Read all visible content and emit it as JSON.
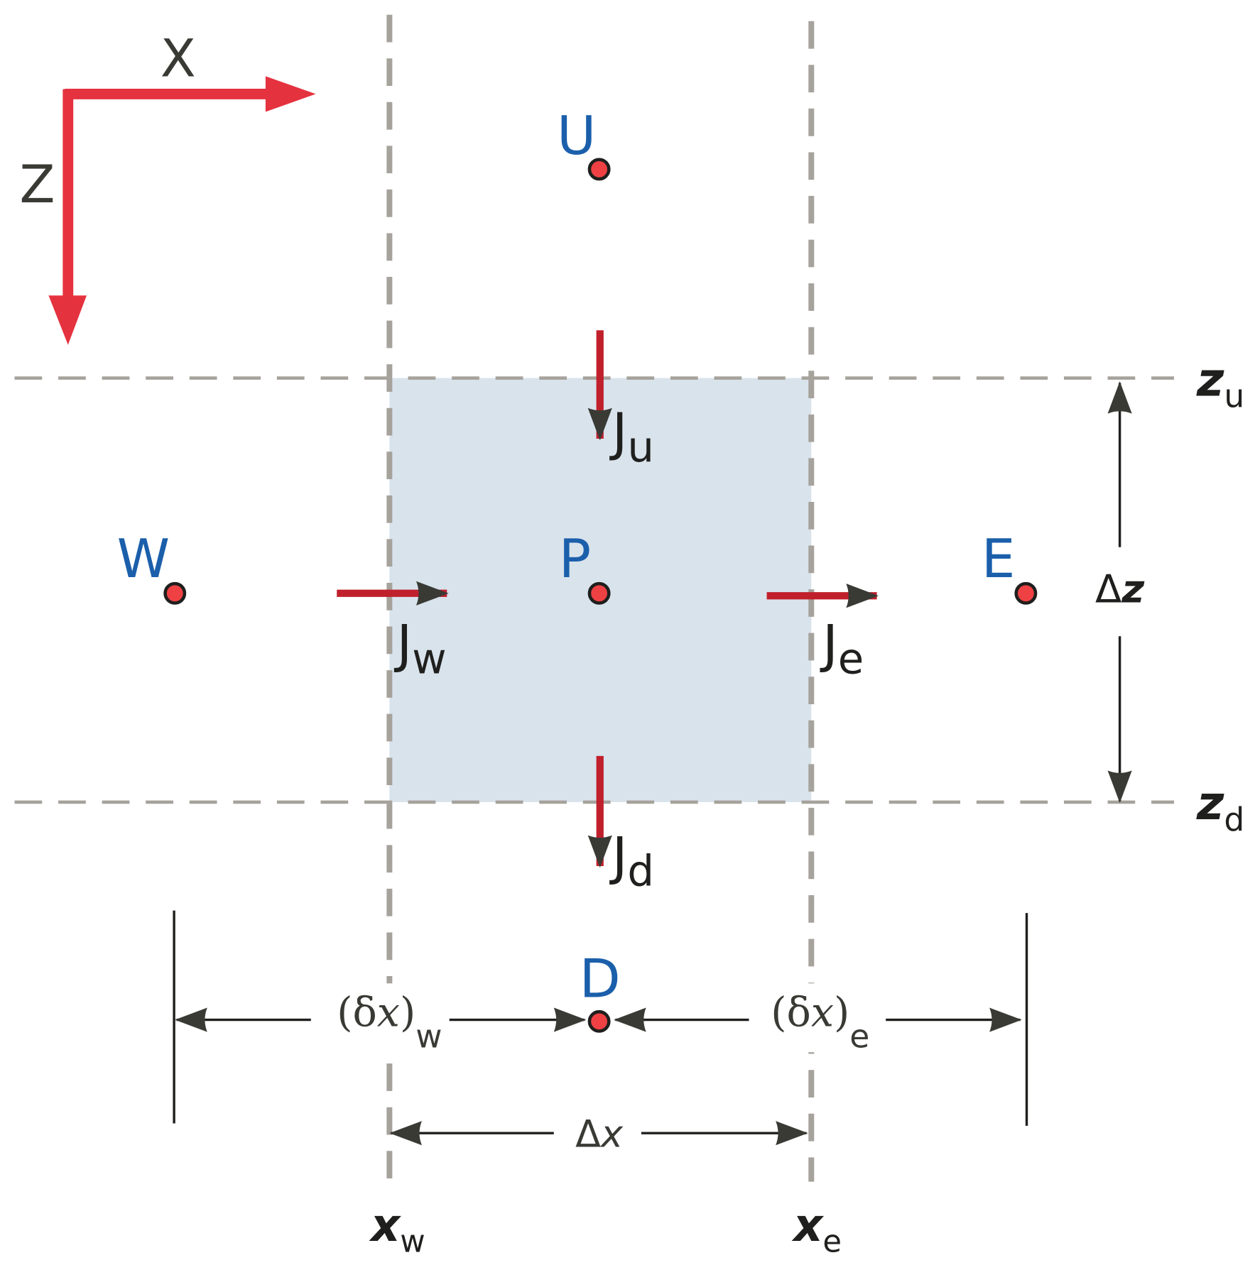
{
  "colors": {
    "axis_red": "#e5323f",
    "flux_red": "#c0202c",
    "node_fill": "#ef4144",
    "node_stroke": "#1f1f1d",
    "node_label_blue": "#1b5fab",
    "grid_dash": "#a6a29c",
    "cell_fill": "#d9e3ec",
    "arrow_dark": "#3a3a35"
  },
  "axes": {
    "x_label": "X",
    "z_label": "Z"
  },
  "nodes": {
    "upper": "U",
    "west": "W",
    "center": "P",
    "east": "E",
    "lower": "D"
  },
  "fluxes": {
    "upper": {
      "main": "J",
      "sub": "u"
    },
    "west": {
      "main": "J",
      "sub": "w"
    },
    "east": {
      "main": "J",
      "sub": "e"
    },
    "lower": {
      "main": "J",
      "sub": "d"
    }
  },
  "faces": {
    "z_upper": {
      "main": "z",
      "sub": "u"
    },
    "z_lower": {
      "main": "z",
      "sub": "d"
    },
    "x_west": {
      "main": "x",
      "sub": "w"
    },
    "x_east": {
      "main": "x",
      "sub": "e"
    }
  },
  "dimensions": {
    "delta_z": {
      "symbol": "Δ",
      "var": "z"
    },
    "delta_x": {
      "symbol": "Δ",
      "var": "x"
    },
    "dx_west": {
      "open": "(δ",
      "var": "x",
      "close": ")",
      "sub": "w"
    },
    "dx_east": {
      "open": "(δ",
      "var": "x",
      "close": ")",
      "sub": "e"
    }
  }
}
